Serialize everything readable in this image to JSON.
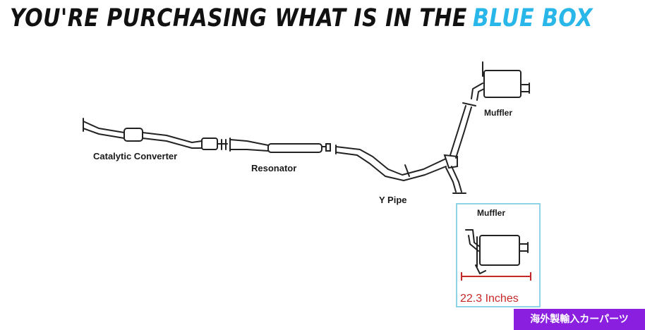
{
  "headline": {
    "main": "YOU'RE PURCHASING WHAT IS IN THE",
    "accent": "BLUE BOX",
    "accent_color": "#29b6e8"
  },
  "diagram": {
    "labels": {
      "catalytic_converter": "Catalytic Converter",
      "resonator": "Resonator",
      "y_pipe": "Y Pipe",
      "muffler_upper": "Muffler",
      "muffler_boxed": "Muffler"
    },
    "dimension": {
      "text": "22.3 Inches",
      "color": "#c62828"
    },
    "highlight_box_color": "#8fd3e6"
  },
  "badge": {
    "text": "海外製輸入カーパーツ",
    "color": "#8a1fe0"
  }
}
